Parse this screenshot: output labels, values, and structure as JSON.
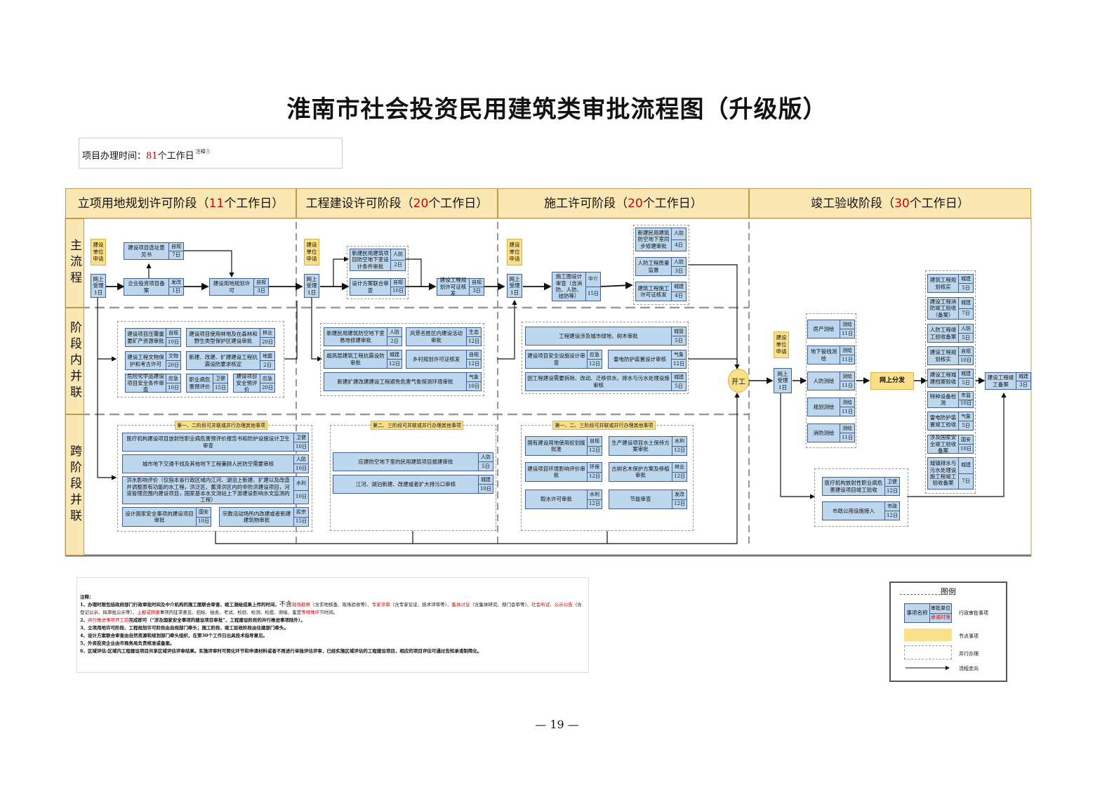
{
  "title": "淮南市社会投资民用建筑类审批流程图（升级版）",
  "time": {
    "prefix": "项目办理时间：",
    "days": "81",
    "unit": "个工作日",
    "note": "注释①"
  },
  "phases": [
    {
      "name": "立项用地规划许可阶段",
      "open": "（",
      "days": "11",
      "unit": "个工作日）"
    },
    {
      "name": "工程建设许可阶段",
      "open": "（",
      "days": "20",
      "unit": "个工作日）"
    },
    {
      "name": "施工许可阶段",
      "open": "（",
      "days": "20",
      "unit": "个工作日）"
    },
    {
      "name": "竣工验收阶段",
      "open": "（",
      "days": "30",
      "unit": "个工作日）"
    }
  ],
  "lanes": [
    "主流程",
    "阶段内并联",
    "跨阶段并联"
  ],
  "nodes": {
    "apply": "建设单位申请",
    "accept": "网上受理",
    "day1": "1日",
    "start": "开工",
    "distribute": "网上分发"
  },
  "main": {
    "b1": {
      "name": "建设项目选址意见书",
      "dept": "自规",
      "days": "7日"
    },
    "b2": {
      "name": "企业投资项目备案",
      "dept": "发改",
      "days": "1日"
    },
    "b3": {
      "name": "建设用地规划许可",
      "dept": "自规",
      "days": "3日"
    },
    "b4": {
      "name": "新建民用建筑项目防空地下室设计条件审批",
      "dept": "人防",
      "days": "2日"
    },
    "b5": {
      "name": "设计方案联合审查",
      "dept": "自规",
      "days": "10日"
    },
    "b6": {
      "name": "建设工程规划许可证核发",
      "dept": "自规",
      "days": "3日"
    },
    "b7": {
      "name": "施工图设计审查（含消防、人防、技防等）",
      "dept": "中介",
      "days": "15日"
    },
    "b8": {
      "name": "新建民用建筑防空地下室同步修建审批",
      "dept": "人防",
      "days": "4日"
    },
    "b9": {
      "name": "人防工程质量监督",
      "dept": "人防",
      "days": "3日"
    },
    "b10": {
      "name": "建筑工程施工许可证核发",
      "dept": "城建",
      "days": "4日"
    }
  },
  "inner1": [
    {
      "name": "建设项目压覆重要矿产资源审批",
      "dept": "自规",
      "days": "10日"
    },
    {
      "name": "建设项目使用林地及在森林和野生类型保护区建设审批",
      "dept": "林业",
      "days": "20日"
    },
    {
      "name": "建设工程文物保护和考古许可",
      "dept": "文物",
      "days": "20日"
    },
    {
      "name": "新建、改建、扩建建设工程抗震设防要求核定",
      "dept": "地震",
      "days": "2日"
    },
    {
      "name": "危险化学品建设项目安全条件审查",
      "dept": "应急",
      "days": "10日"
    },
    {
      "name": "职业病危害预评价",
      "dept": "卫健",
      "days": "15日"
    },
    {
      "name": "建设项目安全预评价",
      "dept": "应急",
      "days": "20日"
    }
  ],
  "inner2": [
    {
      "name": "新建民用建筑防空地下室易地修建审批",
      "dept": "人防",
      "days": "2日"
    },
    {
      "name": "风景名胜区内建设活动审批",
      "dept": "生态",
      "days": "12日"
    },
    {
      "name": "超高层建筑工程抗震设防审批",
      "dept": "城建",
      "days": "12日"
    },
    {
      "name": "乡村规划许可证核发",
      "dept": "自规",
      "days": "12日"
    },
    {
      "name": "新建扩建改建建设工程避免危害气象探测环境审批",
      "dept": "气象",
      "days": "10日"
    }
  ],
  "inner3": [
    {
      "name": "工程建设涉及城市绿地、树木审批",
      "dept": "城管",
      "days": "5日"
    },
    {
      "name": "建设项目安全设施设计审查",
      "dept": "应急",
      "days": "12日"
    },
    {
      "name": "雷电防护装置设计审核",
      "dept": "气象",
      "days": "12日"
    },
    {
      "name": "因工程建设需要拆除、改动、迁移供水、排水与污水处理设施审核",
      "dept": "城建",
      "days": "5日"
    }
  ],
  "cross1": {
    "tag": "第一、二阶段可并联或并行办理其他事项",
    "items": [
      {
        "name": "医疗机构建设项目放射性职业病危害预评价报告书和防护设施设计卫生审查",
        "dept": "卫健",
        "days": "10日"
      },
      {
        "name": "城市地下交通干线及其他地下工程兼顾人民防空需要审核",
        "dept": "人防",
        "days": "10日"
      },
      {
        "name": "洪水影响评价（仅指本省行政区域内江河、湖泊上新建、扩建以及改造并调整原有功能的水工程，洪泛区、蓄滞洪区内的非防洪建设项目，河道管理范围内建设项目，国家基本水文测站上下游建设影响水文监测的工程）",
        "dept": "水利",
        "days": "10日"
      },
      {
        "name": "设计国家安全事项的建设项目审批",
        "dept": "国安",
        "days": "10日"
      },
      {
        "name": "宗教活动场所内改建或者新建建筑物审批",
        "dept": "民宗",
        "days": "15日"
      }
    ]
  },
  "cross2": {
    "tag": "第二、三阶段可并联或并行办理其他事项",
    "items": [
      {
        "name": "应建防空地下室的民用建筑项目报建审批",
        "dept": "人防",
        "days": "5日"
      },
      {
        "name": "江河、湖泊新建、改建或者扩大排污口审核",
        "dept": "城建",
        "days": "10日"
      }
    ]
  },
  "cross3": {
    "tag": "第一、二、三阶段可并联或并行办理其他事项",
    "items": [
      {
        "name": "国有建设用地使用权划拨批准",
        "dept": "自规",
        "days": "12日"
      },
      {
        "name": "生产建设项目水土保持方案审批",
        "dept": "水利",
        "days": "12日"
      },
      {
        "name": "建设项目环境影响评价审批",
        "dept": "环保",
        "days": "12日"
      },
      {
        "name": "古树名木保护方案及移植审批",
        "dept": "林业",
        "days": "12日"
      },
      {
        "name": "取水许可审批",
        "dept": "水利",
        "days": "12日"
      },
      {
        "name": "节能审查",
        "dept": "发改",
        "days": "12日"
      }
    ]
  },
  "survey": [
    {
      "name": "房产测绘",
      "dept": "测绘",
      "days": "11日"
    },
    {
      "name": "地下管线测绘",
      "dept": "测绘",
      "days": "11日"
    },
    {
      "name": "人防测绘",
      "dept": "测绘",
      "days": "11日"
    },
    {
      "name": "规划测绘",
      "dept": "测绘",
      "days": "11日"
    },
    {
      "name": "消防测绘",
      "dept": "测绘",
      "days": "11日"
    }
  ],
  "complete_cross": [
    {
      "name": "医疗机构放射性职业病危害建设项目竣工验收",
      "dept": "卫健",
      "days": "12日"
    },
    {
      "name": "市政公用设施接入",
      "dept": "市政",
      "days": "12日"
    }
  ],
  "accept_items": [
    {
      "name": "建筑工程规划核实",
      "dept": "城建",
      "days": "5日"
    },
    {
      "name": "建设工程消防竣工验收（备案）",
      "dept": "城建",
      "days": "7日"
    },
    {
      "name": "人防工程竣工验收备案",
      "dept": "人防",
      "days": "5日"
    },
    {
      "name": "建设工程规划核实",
      "dept": "自规",
      "days": "10日"
    },
    {
      "name": "建设工程城建档案验收",
      "dept": "城建",
      "days": "5日"
    },
    {
      "name": "特种设备检测",
      "dept": "市监",
      "days": "10日"
    },
    {
      "name": "雷电防护装置竣工验收",
      "dept": "气象",
      "days": "5日"
    },
    {
      "name": "涉及国家安全竣工验收备案",
      "dept": "国安",
      "days": "10日"
    },
    {
      "name": "城镇排水与污水处理设施工程竣工验收备案",
      "dept": "城建",
      "days": "7日"
    }
  ],
  "final": {
    "name": "建设工程竣工备案",
    "dept": "城建",
    "days": "3日"
  },
  "notes": {
    "head": "注释：",
    "l1a": "1、办理时限包括政府部门行政审批时间及中介机构的施工图联合审查、竣工测绘成果上传的时间，",
    "l1b": "不含",
    "l1c": "现场勘察",
    "l1d": "（含实地核查、现场验收等）、",
    "l1e": "专家评审",
    "l1f": "（含专家论证、技术评审等）、",
    "l1g": "集体讨论",
    "l1h": "（含集体研究、部门会审等）、",
    "l1i": "社会听证、公示公告",
    "l1j": "（含登记公示、拟审批公示等）、",
    "l1k": "上报或转报",
    "l1l": "事项的征求意见、招标、拍卖、考试、检验、检测、检疫、测绘、鉴定",
    "l1m": "等特殊环节",
    "l1n": "时间。",
    "l2a": "2、",
    "l2b": "并行推进事项",
    "l2c": "开工前",
    "l2d": "完成即可（“涉及国家安全事项的建设项目审批”、工程建设阶段的并行推进事项除外）。",
    "l3": "3、立项用地许可阶段、工程规划许可阶段由自规部门牵头；施工阶段、竣工验收阶段由住建部门牵头。",
    "l4": "4、设计方案联合审查由自然资源和规划部门牵头组织，在第30个工作日出具技术指导意见。",
    "l5": "5、外资投资企业由市商务局负责核准或备案。",
    "l6": "6、区域评估:区域内工程建设项目共享区域评估评审结果。实施评审时可简化环节和申请材料或者不再进行单独评估评审，已经实施区域评估的工程建设项目，相应的项目评估可通过告知承诺制简化。"
  },
  "legend": {
    "title": "图例",
    "item_name": "事项名称",
    "dept": "审批单位",
    "promise": "承诺时限",
    "l1": "行政审批事项",
    "l2": "节点事项",
    "l3": "并行办理",
    "l4": "流程走向"
  },
  "page": "— 19 —",
  "colors": {
    "box": "#bcd7ee",
    "border": "#44608a",
    "phase": "#fbe7b4",
    "node": "#fbe08a",
    "accent": "#d40000"
  }
}
